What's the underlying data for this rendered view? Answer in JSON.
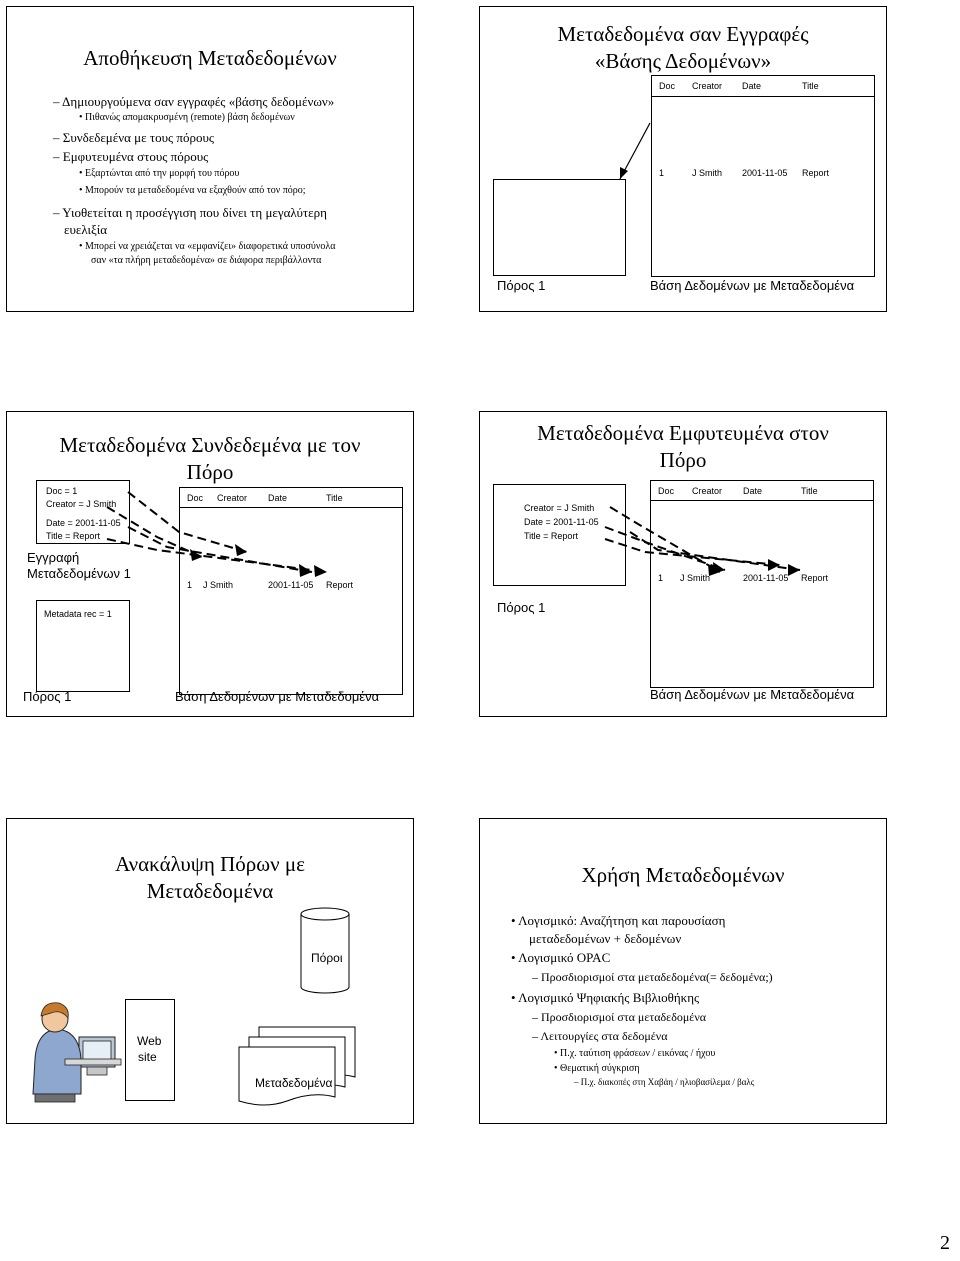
{
  "slide1": {
    "title": "Αποθήκευση Μεταδεδομένων",
    "b1": "Δημιουργούμενα σαν εγγραφές «βάσης δεδομένων»",
    "b1_1": "Πιθανώς απομακρυσμένη (remote) βάση δεδομένων",
    "b2": "Συνδεδεμένα με τους πόρους",
    "b3": "Εμφυτευμένα στους πόρους",
    "b3_1": "Εξαρτώνται από την μορφή του πόρου",
    "b3_2": "Μπορούν τα μεταδεδομένα να εξαχθούν από τον πόρο;",
    "b4_line1": "Υιοθετείται η προσέγγιση που δίνει τη μεγαλύτερη",
    "b4_line2": "ευελιξία",
    "b4_1_line1": "Μπορεί να χρειάζεται να «εμφανίζει» διαφορετικά υποσύνολα",
    "b4_1_line2": "σαν «τα πλήρη μεταδεδομένα» σε διάφορα περιβάλλοντα"
  },
  "slide2": {
    "title_line1": "Μεταδεδομένα σαν Εγγραφές",
    "title_line2": "«Βάσης Δεδομένων»",
    "headers": [
      "Doc",
      "Creator",
      "Date",
      "Title"
    ],
    "row": [
      "1",
      "J Smith",
      "2001-11-05",
      "Report"
    ],
    "resource_label": "Πόρος 1",
    "db_label": "Βάση Δεδομένων με Μεταδεδομένα"
  },
  "slide3": {
    "title_line1": "Μεταδεδομένα Συνδεδεμένα με τον",
    "title_line2": "Πόρο",
    "rec_doc": "Doc = 1",
    "rec_creator": "Creator = J Smith",
    "rec_date": "Date = 2001-11-05",
    "rec_title": "Title = Report",
    "rec_label_line1": "Εγγραφή",
    "rec_label_line2": "Μεταδεδομένων 1",
    "metadata_rec": "Metadata rec = 1",
    "headers": [
      "Doc",
      "Creator",
      "Date",
      "Title"
    ],
    "row": [
      "1",
      "J Smith",
      "2001-11-05",
      "Report"
    ],
    "resource_label": "Πόρος 1",
    "db_label": "Βάση Δεδομένων με Μεταδεδομένα"
  },
  "slide4": {
    "title_line1": "Μεταδεδομένα Εμφυτευμένα στον",
    "title_line2": "Πόρο",
    "emb_creator": "Creator = J Smith",
    "emb_date": "Date = 2001-11-05",
    "emb_title": "Title = Report",
    "resource_label": "Πόρος 1",
    "headers": [
      "Doc",
      "Creator",
      "Date",
      "Title"
    ],
    "row": [
      "1",
      "J Smith",
      "2001-11-05",
      "Report"
    ],
    "db_label": "Βάση Δεδομένων με Μεταδεδομένα"
  },
  "slide5": {
    "title_line1": "Ανακάλυψη Πόρων με",
    "title_line2": "Μεταδεδομένα",
    "resources_label": "Πόροι",
    "website_line1": "Web",
    "website_line2": "site",
    "metadata_label": "Μεταδεδομένα"
  },
  "slide6": {
    "title": "Χρήση Μεταδεδομένων",
    "b1_line1": "Λογισμικό: Αναζήτηση και παρουσίαση",
    "b1_line2": "μεταδεδομένων + δεδομένων",
    "b2": "Λογισμικό OPAC",
    "b2_1": "Προσδιορισμοί στα μεταδεδομένα(= δεδομένα;)",
    "b3": "Λογισμικό Ψηφιακής Βιβλιοθήκης",
    "b3_1": "Προσδιορισμοί στα μεταδεδομένα",
    "b3_2": "Λειτουργίες στα δεδομένα",
    "b3_2_1": "Π.χ. ταύτιση φράσεων / εικόνας / ήχου",
    "b3_2_2": "Θεματική σύγκριση",
    "b3_2_2_1": "Π.χ. διακοπές στη Χαβάη / ηλιοβασίλεμα / βαλς"
  },
  "page_number": "2"
}
